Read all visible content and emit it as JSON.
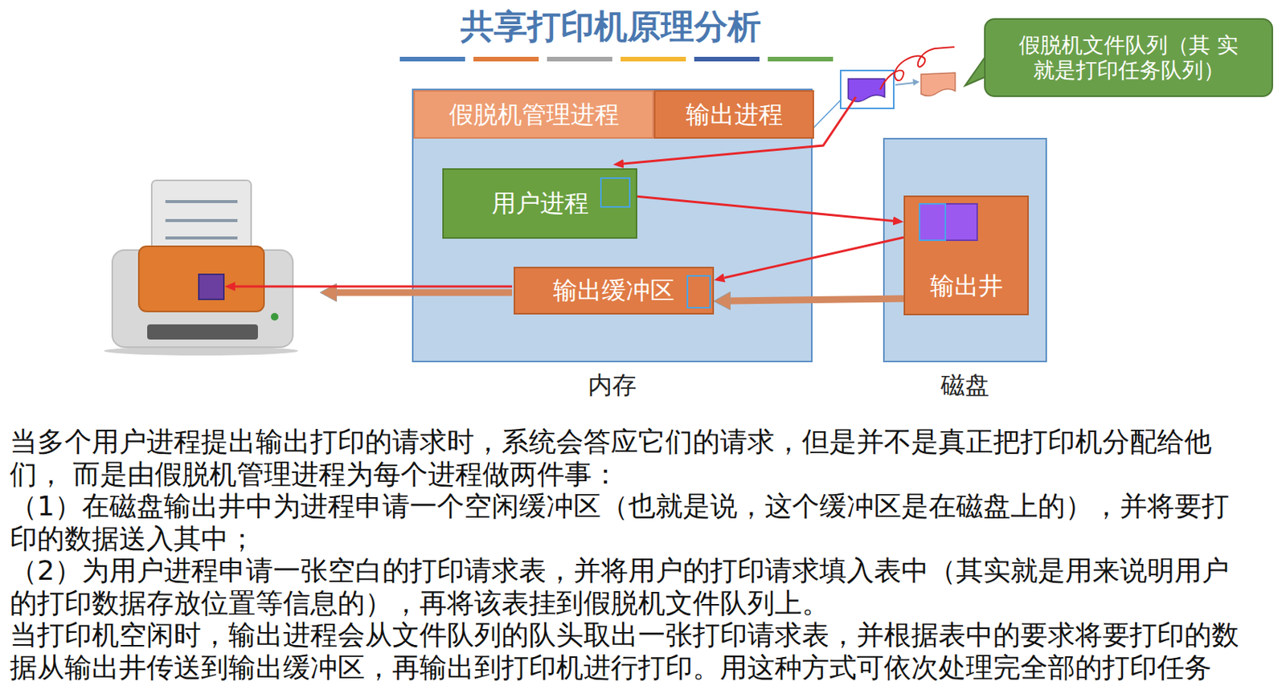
{
  "diagram": {
    "title": "共享打印机原理分析",
    "nodes": [
      {
        "text": [
          "内存"
        ]
      },
      {
        "text": [
          "假脱机管理进程"
        ],
        "in": 0
      },
      {
        "text": [
          "输出进程"
        ],
        "in": 0
      },
      {
        "text": [
          "用户进程"
        ],
        "in": 0
      },
      {
        "text": [
          "输出缓冲区"
        ],
        "in": 0
      },
      {
        "text": [
          "磁盘"
        ]
      },
      {
        "text": [
          "输出井"
        ],
        "in": 5
      },
      {
        "text": [
          "假脱机文件队列（其 实就是打印任务队列）"
        ]
      }
    ],
    "edges": [
      {
        "from": 3,
        "to": 6,
        "arrow": "to"
      },
      {
        "from": 6,
        "to": 4,
        "arrow": "to"
      },
      {
        "from": 6,
        "to": 4,
        "arrow": "to"
      }
    ],
    "labels": [
      "当多个用户进程提出输出打印的请求时，系统会答应它们的请求，但是并不是真正把打印机分配给他们， 而是由假脱机管理进程为每个进程做两件事：",
      "（1）在磁盘输出井中为进程申请一个空闲缓冲区（也就是说，这个缓冲区是在磁盘上的），并将要打 印的数据送入其中；",
      "（2）为用户进程申请一张空白的打印请求表，并将用户的打印请求填入表中（其实就是用来说明用户 的打印数据存放位置等信息的），再将该表挂到假脱机文件队列上。",
      "当打印机空闲时，输出进程会从文件队列的队头取出一张打印请求表，并根据表中的要求将要打印的数 据从输出井传送到输出缓冲区，再输出到打印机进行打印。用这种方式可依次处理完全部的打印任务"
    ]
  }
}
